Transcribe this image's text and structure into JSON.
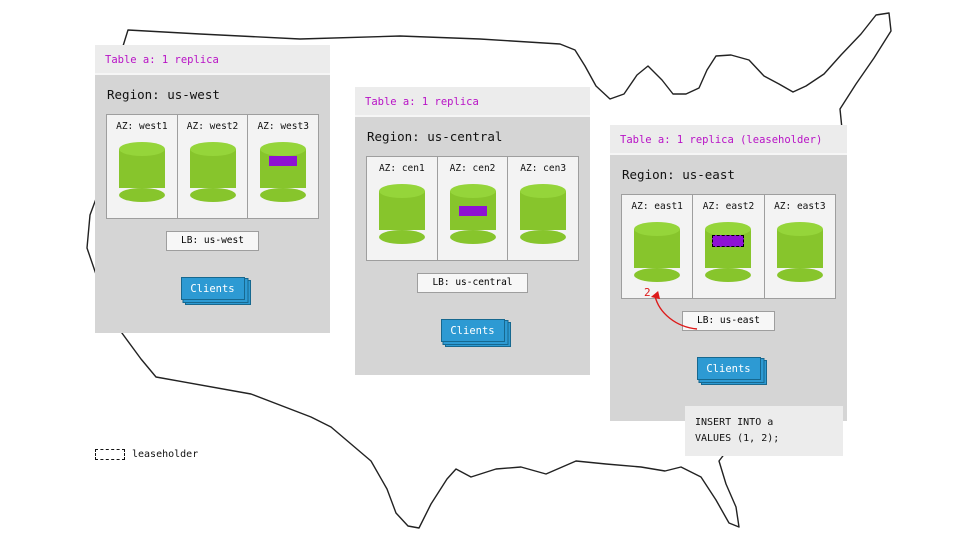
{
  "colors": {
    "panel_bg": "#d5d5d5",
    "panel_header_bg": "#ececec",
    "header_text_magenta": "#b812c6",
    "cylinder_green": "#87c52c",
    "replica_purple": "#8e11d4",
    "clients_blue": "#2d9ad3",
    "arrow_red": "#dd1a1a",
    "map_outline": "#222222"
  },
  "panels": [
    {
      "header": "Table a: 1 replica",
      "region": "Region: us-west",
      "azs": [
        {
          "label": "AZ: west1",
          "replica": false,
          "leaseholder": false
        },
        {
          "label": "AZ: west2",
          "replica": false,
          "leaseholder": false
        },
        {
          "label": "AZ: west3",
          "replica": true,
          "leaseholder": false
        }
      ],
      "lb": "LB: us-west",
      "clients": "Clients"
    },
    {
      "header": "Table a: 1 replica",
      "region": "Region: us-central",
      "azs": [
        {
          "label": "AZ: cen1",
          "replica": false,
          "leaseholder": false
        },
        {
          "label": "AZ: cen2",
          "replica": true,
          "leaseholder": false
        },
        {
          "label": "AZ: cen3",
          "replica": false,
          "leaseholder": false
        }
      ],
      "lb": "LB: us-central",
      "clients": "Clients"
    },
    {
      "header": "Table a: 1 replica (leaseholder)",
      "region": "Region: us-east",
      "azs": [
        {
          "label": "AZ: east1",
          "replica": false,
          "leaseholder": false
        },
        {
          "label": "AZ: east2",
          "replica": true,
          "leaseholder": true
        },
        {
          "label": "AZ: east3",
          "replica": false,
          "leaseholder": false
        }
      ],
      "lb": "LB: us-east",
      "clients": "Clients"
    }
  ],
  "annotation": {
    "label": "2"
  },
  "sql_note": {
    "line1": "INSERT INTO a",
    "line2": "VALUES (1, 2);"
  },
  "legend": {
    "label": "leaseholder"
  }
}
